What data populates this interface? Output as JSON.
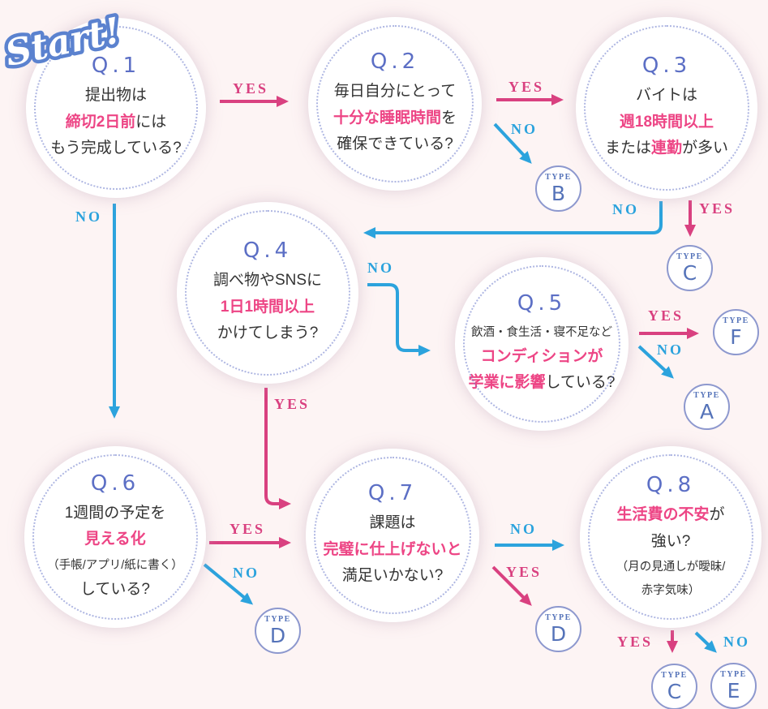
{
  "start_label": "Start!",
  "questions": [
    {
      "id": "Q.1",
      "lines": [
        [
          {
            "t": "提出物は"
          }
        ],
        [
          {
            "t": "締切2日前",
            "hl": true
          },
          {
            "t": "には"
          }
        ],
        [
          {
            "t": "もう完成している?"
          }
        ]
      ]
    },
    {
      "id": "Q.2",
      "lines": [
        [
          {
            "t": "毎日自分にとって"
          }
        ],
        [
          {
            "t": "十分な睡眠時間",
            "hl": true
          },
          {
            "t": "を"
          }
        ],
        [
          {
            "t": "確保できている?"
          }
        ]
      ]
    },
    {
      "id": "Q.3",
      "lines": [
        [
          {
            "t": "バイトは"
          }
        ],
        [
          {
            "t": "週18時間以上",
            "hl": true
          }
        ],
        [
          {
            "t": "または"
          },
          {
            "t": "連勤",
            "hl": true
          },
          {
            "t": "が多い"
          }
        ]
      ]
    },
    {
      "id": "Q.4",
      "lines": [
        [
          {
            "t": "調べ物やSNSに"
          }
        ],
        [
          {
            "t": "1日1時間以上",
            "hl": true
          }
        ],
        [
          {
            "t": "かけてしまう?"
          }
        ]
      ]
    },
    {
      "id": "Q.5",
      "lines": [
        [
          {
            "t": "飲酒・食生活・寝不足など",
            "small": true
          }
        ],
        [
          {
            "t": "コンディションが",
            "hl": true
          }
        ],
        [
          {
            "t": "学業に影響",
            "hl": true
          },
          {
            "t": "している?"
          }
        ]
      ]
    },
    {
      "id": "Q.6",
      "lines": [
        [
          {
            "t": "1週間の予定を"
          }
        ],
        [
          {
            "t": "見える化",
            "hl": true
          }
        ],
        [
          {
            "t": "（手帳/アプリ/紙に書く）",
            "small": true
          }
        ],
        [
          {
            "t": "している?"
          }
        ]
      ]
    },
    {
      "id": "Q.7",
      "lines": [
        [
          {
            "t": "課題は"
          }
        ],
        [
          {
            "t": "完璧に仕上げないと",
            "hl": true
          }
        ],
        [
          {
            "t": "満足いかない?"
          }
        ]
      ]
    },
    {
      "id": "Q.8",
      "lines": [
        [
          {
            "t": "生活費の不安",
            "hl": true
          },
          {
            "t": "が"
          }
        ],
        [
          {
            "t": "強い?"
          }
        ],
        [
          {
            "t": "（月の見通しが曖昧/",
            "small": true
          }
        ],
        [
          {
            "t": "赤字気味）",
            "small": true
          }
        ]
      ]
    }
  ],
  "results": [
    {
      "type_label": "TYPE",
      "letter": "B"
    },
    {
      "type_label": "TYPE",
      "letter": "C"
    },
    {
      "type_label": "TYPE",
      "letter": "F"
    },
    {
      "type_label": "TYPE",
      "letter": "A"
    },
    {
      "type_label": "TYPE",
      "letter": "D"
    },
    {
      "type_label": "TYPE",
      "letter": "D"
    },
    {
      "type_label": "TYPE",
      "letter": "C"
    },
    {
      "type_label": "TYPE",
      "letter": "E"
    }
  ],
  "connections": [
    {
      "from": "Q.1",
      "to": "Q.2",
      "label": "YES"
    },
    {
      "from": "Q.1",
      "to": "Q.6",
      "label": "NO"
    },
    {
      "from": "Q.2",
      "to": "Q.3",
      "label": "YES"
    },
    {
      "from": "Q.2",
      "to": "TYPE B",
      "label": "NO"
    },
    {
      "from": "Q.3",
      "to": "TYPE C",
      "label": "YES"
    },
    {
      "from": "Q.3",
      "to": "Q.4",
      "label": "NO"
    },
    {
      "from": "Q.4",
      "to": "Q.5",
      "label": "NO"
    },
    {
      "from": "Q.4",
      "to": "Q.7",
      "label": "YES"
    },
    {
      "from": "Q.5",
      "to": "TYPE F",
      "label": "YES"
    },
    {
      "from": "Q.5",
      "to": "TYPE A",
      "label": "NO"
    },
    {
      "from": "Q.6",
      "to": "Q.7",
      "label": "YES"
    },
    {
      "from": "Q.6",
      "to": "TYPE D",
      "label": "NO"
    },
    {
      "from": "Q.7",
      "to": "Q.8",
      "label": "NO"
    },
    {
      "from": "Q.7",
      "to": "TYPE D",
      "label": "YES"
    },
    {
      "from": "Q.8",
      "to": "TYPE C",
      "label": "YES"
    },
    {
      "from": "Q.8",
      "to": "TYPE E",
      "label": "NO"
    }
  ],
  "colors": {
    "yes_pink": "#d94180",
    "no_blue": "#2ca3dd",
    "highlight_pink": "#ed4585",
    "question_label_blue": "#5c6fc5",
    "type_text_blue": "#5573b9",
    "type_border": "#8d98ce",
    "dotted_ring": "#6c7bca",
    "text_dark": "#333333",
    "background": "#fdf4f4",
    "start_blue": "#5b82cf"
  }
}
